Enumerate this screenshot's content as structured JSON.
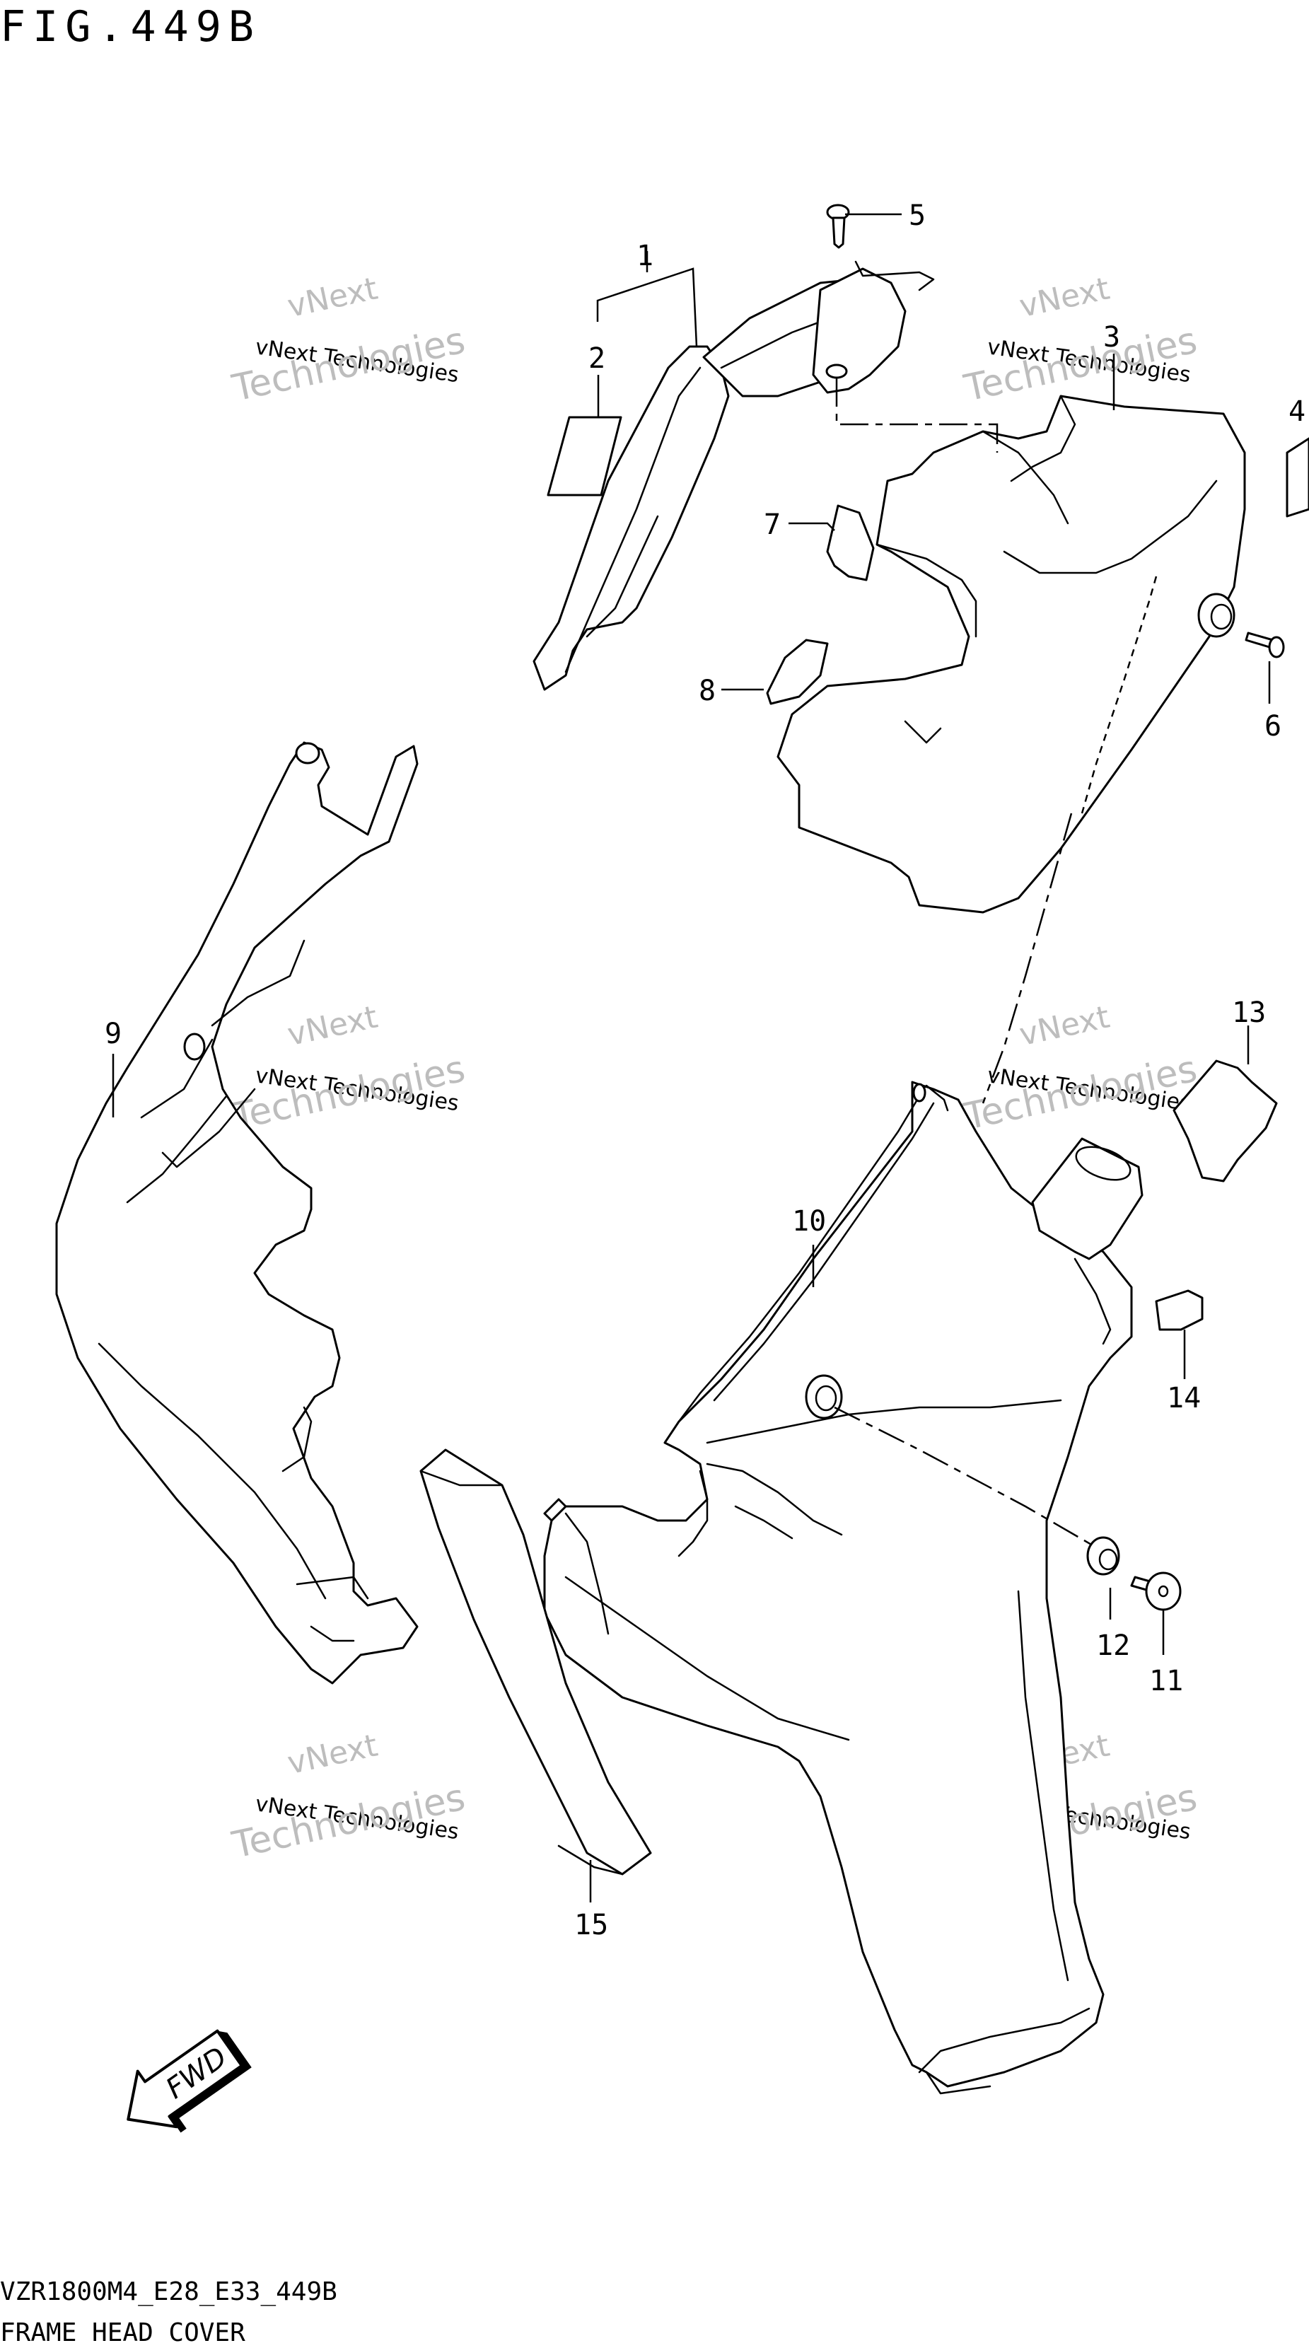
{
  "figure": {
    "title": "FIG.449B",
    "code": "VZR1800M4_E28_E33_449B",
    "name": "FRAME HEAD COVER"
  },
  "watermark": {
    "line1": "vNext Technologies",
    "line2": "vNext",
    "line3": "Technologies"
  },
  "fwd_label": "FWD",
  "callouts": [
    "1",
    "2",
    "3",
    "4",
    "5",
    "6",
    "7",
    "8",
    "9",
    "10",
    "11",
    "12",
    "13",
    "14",
    "15"
  ],
  "colors": {
    "ink": "#000000",
    "watermark": "#bdbdbd",
    "background": "#ffffff"
  }
}
